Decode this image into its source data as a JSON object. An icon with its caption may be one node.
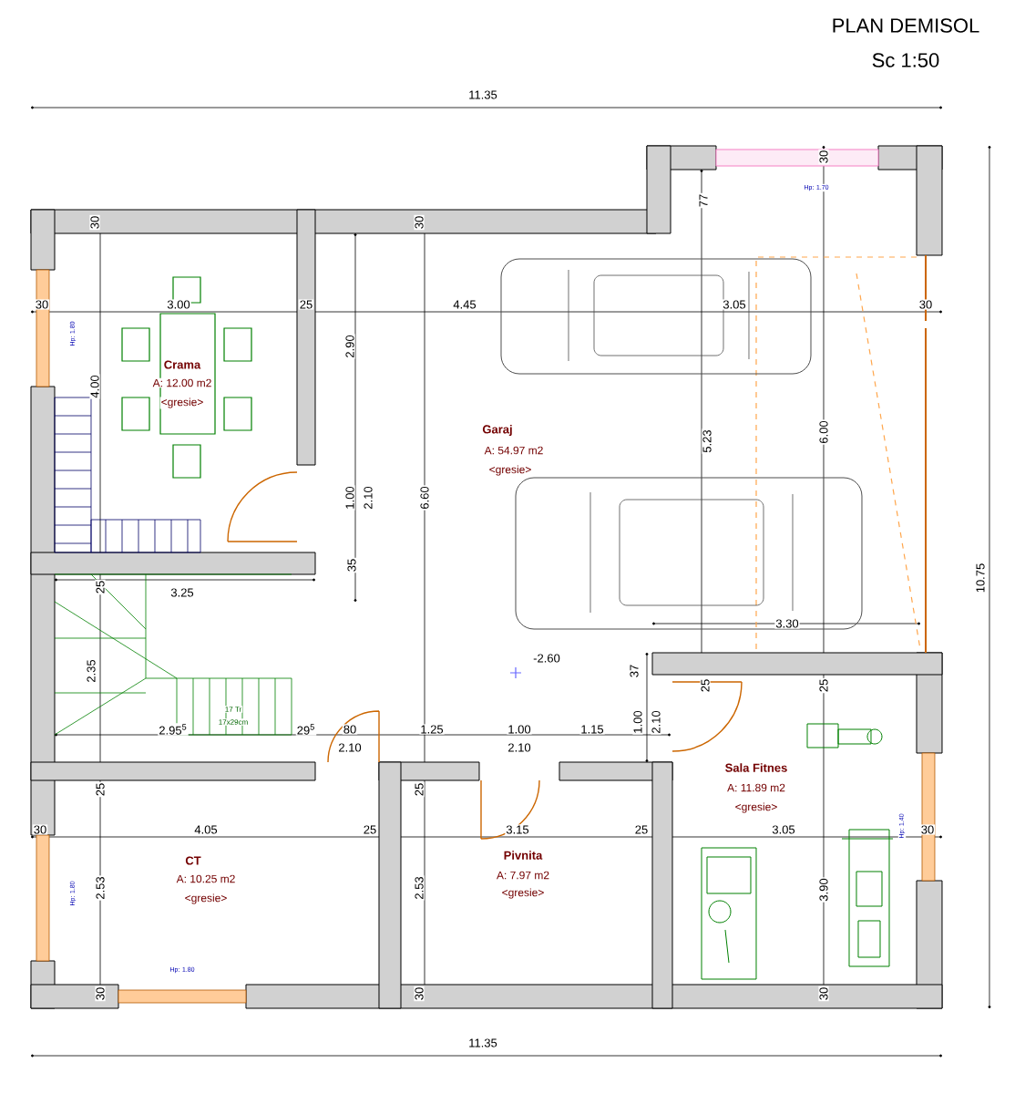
{
  "diagram": {
    "title": "PLAN DEMISOL",
    "labels": [
      "Sc 1:50",
      "11.35",
      "30",
      "Hp: 1.70",
      "77",
      "30",
      "30",
      "30",
      "3.00",
      "25",
      "4.45",
      "3.05",
      "30",
      "Hp: 1.80",
      "2.90",
      "Crama",
      "A: 12.00 m2",
      "<gresie>",
      "4.00",
      "5.23",
      "6.00",
      "Garaj",
      "A: 54.97 m2",
      "<gresie>",
      "1.00",
      "2.10",
      "6.60",
      "35",
      "25",
      "3.25",
      "3.30",
      "-2.60",
      "37",
      "25",
      "25",
      "2.35",
      "17 Tr",
      "17x29cm",
      "2.95$^{5}$",
      "29$^{5}$",
      "80",
      "2.10",
      "1.25",
      "1.00",
      "2.10",
      "1.15",
      "1.00",
      "2.10",
      "Sala Fitnes",
      "A: 11.89 m2",
      "<gresie>",
      "25",
      "25",
      "30",
      "4.05",
      "25",
      "3.15",
      "25",
      "3.05",
      "30",
      "Hp: 1.40",
      "CT",
      "A: 10.25 m2",
      "<gresie>",
      "Pivnita",
      "A: 7.97 m2",
      "<gresie>",
      "Hp: 1.80",
      "2.53",
      "2.53",
      "3.90",
      "Hp: 1.80",
      "30",
      "30",
      "30",
      "11.35",
      "10.75"
    ]
  }
}
